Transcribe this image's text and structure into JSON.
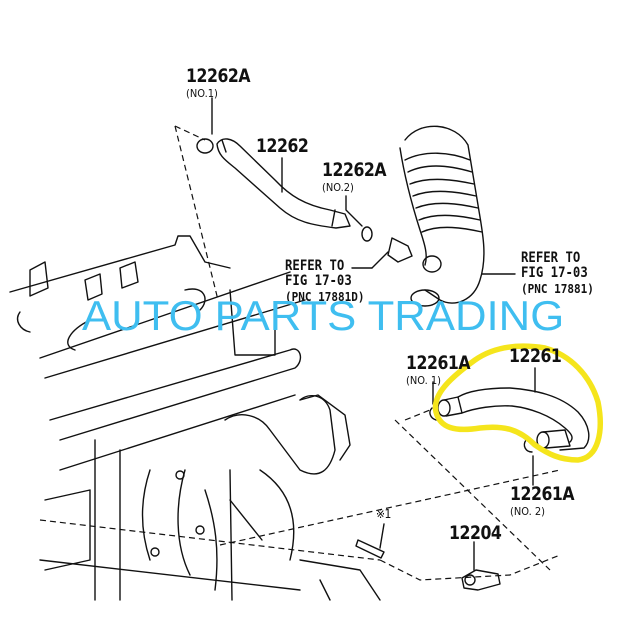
{
  "diagram": {
    "type": "exploded parts diagram",
    "subject": "Engine ventilation hose / air intake connection"
  },
  "callouts": [
    {
      "id": "c1",
      "part_number": "12262A",
      "sub": "(NO.1)"
    },
    {
      "id": "c2",
      "part_number": "12262",
      "sub": ""
    },
    {
      "id": "c3",
      "part_number": "12262A",
      "sub": "(NO.2)"
    },
    {
      "id": "c4",
      "part_number": "12261A",
      "sub": "(NO. 1)"
    },
    {
      "id": "c5",
      "part_number": "12261",
      "sub": ""
    },
    {
      "id": "c6",
      "part_number": "12261A",
      "sub": "(NO. 2)"
    },
    {
      "id": "c7",
      "part_number": "12204",
      "sub": ""
    },
    {
      "id": "c8",
      "part_number": "※1",
      "sub": ""
    }
  ],
  "references": [
    {
      "id": "r1",
      "line1": "REFER TO",
      "line2": "FIG 17-03",
      "line3": "(PNC 17881D)"
    },
    {
      "id": "r2",
      "line1": "REFER TO",
      "line2": "FIG 17-03",
      "line3": "(PNC 17881)"
    }
  ],
  "watermark": {
    "text": "AUTO PARTS TRADING",
    "color": "#3fbef0"
  },
  "highlight": {
    "target_part": "12261",
    "color": "#f5e51c"
  }
}
